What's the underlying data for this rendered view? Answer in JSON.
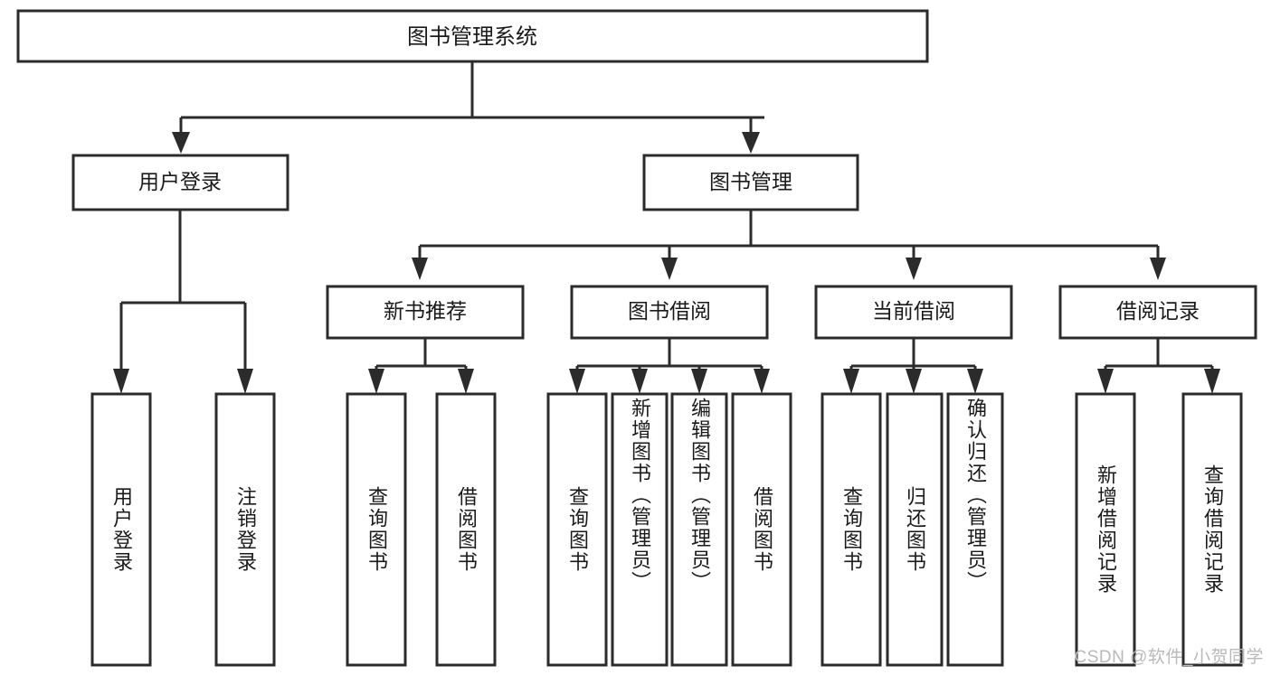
{
  "diagram": {
    "type": "tree-hierarchy",
    "title": "图书管理系统",
    "orientation": "top-down",
    "colors": {
      "box_stroke": "#2b2b2b",
      "box_fill": "#ffffff",
      "connector": "#2b2b2b",
      "text": "#1a1a1a",
      "background": "#ffffff",
      "watermark": "#b9b9b9"
    },
    "levels": {
      "root": {
        "label": "图书管理系统"
      },
      "level2": [
        {
          "label": "用户登录"
        },
        {
          "label": "图书管理"
        }
      ],
      "level3": [
        {
          "label": "新书推荐"
        },
        {
          "label": "图书借阅"
        },
        {
          "label": "当前借阅"
        },
        {
          "label": "借阅记录"
        }
      ],
      "leaves": {
        "user_login": [
          {
            "label": "用户登录"
          },
          {
            "label": "注销登录"
          }
        ],
        "new_book": [
          {
            "label": "查询图书"
          },
          {
            "label": "借阅图书"
          }
        ],
        "book_borrow": [
          {
            "label": "查询图书"
          },
          {
            "label": "新增图书（管理员）"
          },
          {
            "label": "编辑图书（管理员）"
          },
          {
            "label": "借阅图书"
          }
        ],
        "current_borrow": [
          {
            "label": "查询图书"
          },
          {
            "label": "归还图书"
          },
          {
            "label": "确认归还（管理员）"
          }
        ],
        "borrow_record": [
          {
            "label": "新增借阅记录"
          },
          {
            "label": "查询借阅记录"
          }
        ]
      }
    }
  },
  "watermark": {
    "text": "CSDN @软件_小贺同学"
  }
}
